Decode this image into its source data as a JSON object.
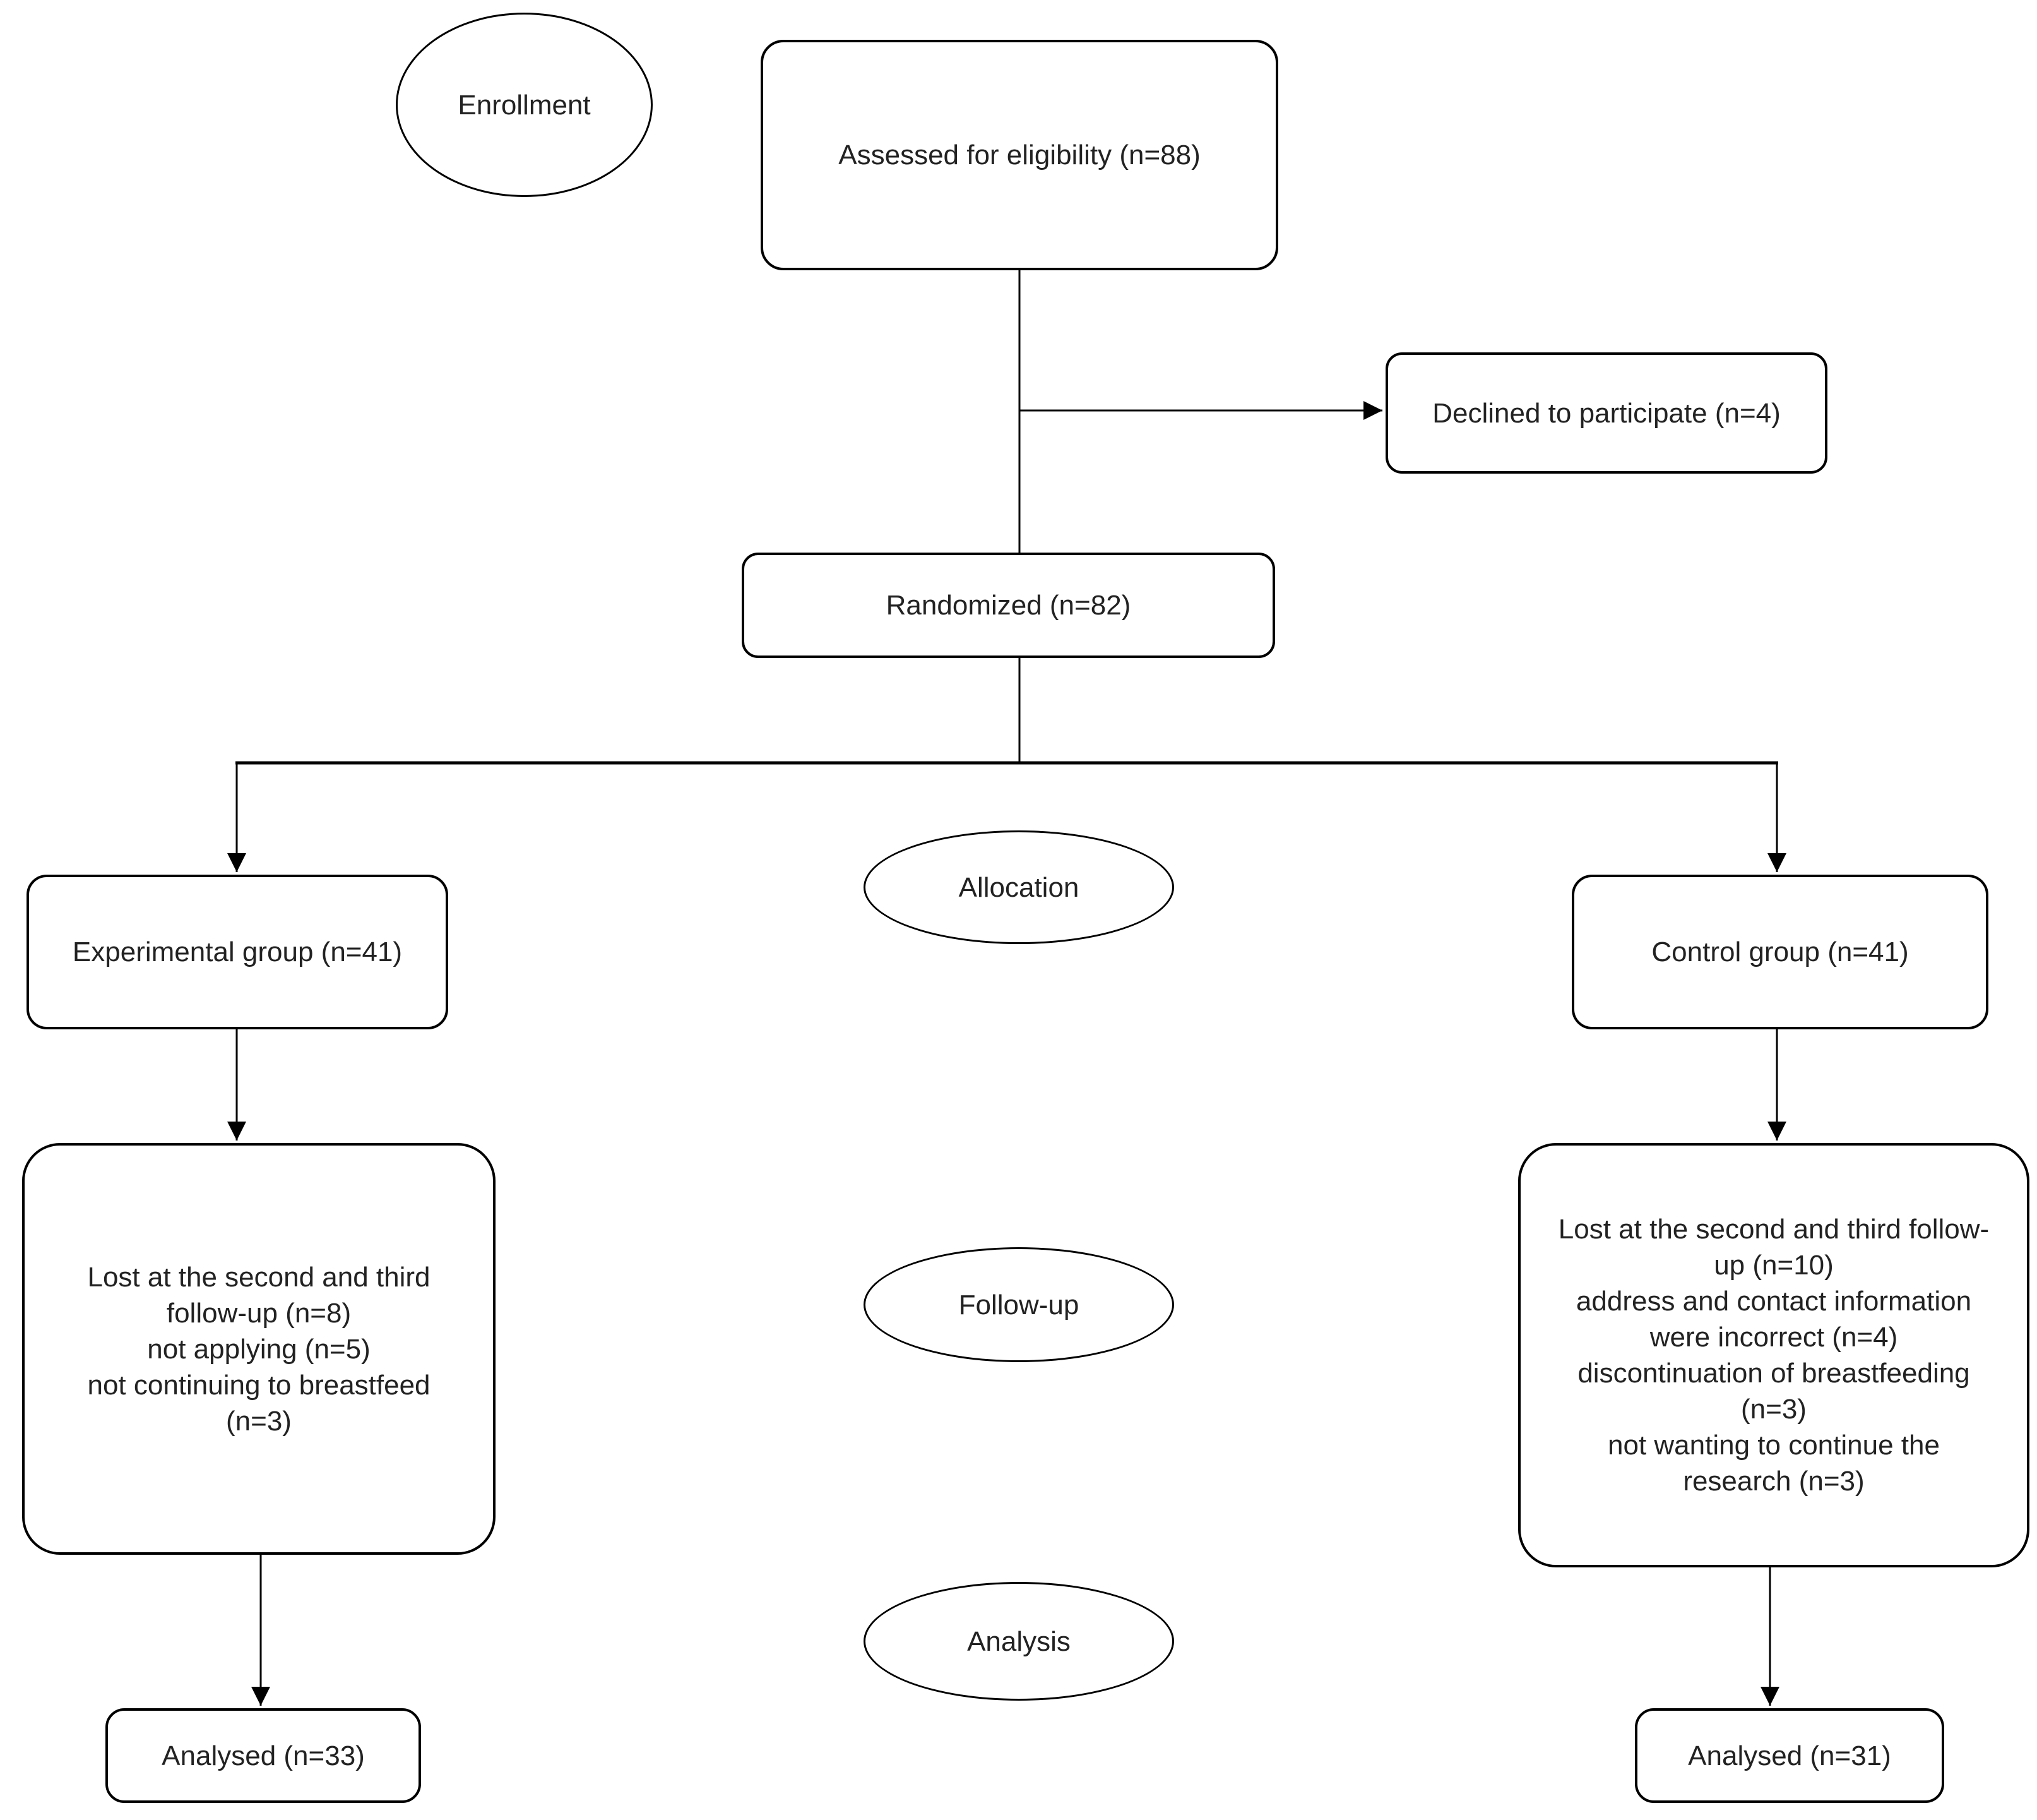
{
  "diagram": {
    "background_color": "#ffffff",
    "line_color": "#000000",
    "text_color": "#222222"
  },
  "stages": [
    {
      "label": "Enrollment"
    },
    {
      "label": "Allocation"
    },
    {
      "label": "Follow-up"
    },
    {
      "label": "Analysis"
    }
  ],
  "boxes": {
    "assessed": {
      "label": "Assessed for eligibility (n=88)"
    },
    "declined": {
      "label": "Declined to participate (n=4)"
    },
    "randomized": {
      "label": "Randomized (n=82)"
    },
    "experimental": {
      "label": "Experimental group (n=41)"
    },
    "control": {
      "label": "Control group (n=41)"
    },
    "followup_left": {
      "lines": [
        "Lost at the second and third",
        "follow-up (n=8)",
        "not applying (n=5)",
        "not continuing to breastfeed",
        "(n=3)"
      ]
    },
    "followup_right": {
      "lines": [
        "Lost at the second and third follow-",
        "up (n=10)",
        "address and contact information",
        "were incorrect (n=4)",
        "discontinuation of breastfeeding",
        "(n=3)",
        "not wanting to continue the",
        "research (n=3)"
      ]
    },
    "analysed_left": {
      "label": "Analysed (n=33)"
    },
    "analysed_right": {
      "label": "Analysed (n=31)"
    }
  }
}
